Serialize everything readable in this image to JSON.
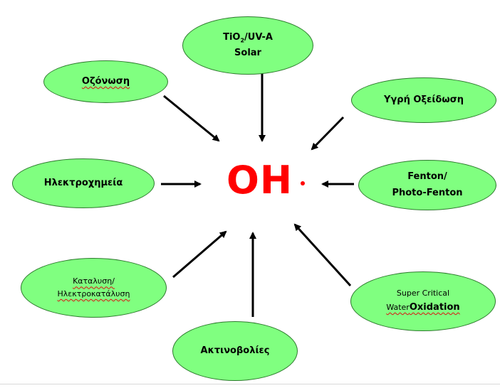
{
  "center": {
    "label": "OH"
  },
  "nodes": {
    "tio2": {
      "line1_prefix": "TiO",
      "line1_sub": "2",
      "line1_suffix": "/UV-A",
      "line2": "Solar"
    },
    "ozonation": {
      "label": "Οζόνωση"
    },
    "wet_oxidation": {
      "label": "Υγρή Οξείδωση"
    },
    "electrochemistry": {
      "label": "Ηλεκτροχημεία"
    },
    "fenton": {
      "line1": "Fenton/",
      "line2": "Photo-Fenton"
    },
    "catalysis": {
      "line1": "Καταλυση/",
      "line2": "Ηλεκτροκατάλυση"
    },
    "supercritical": {
      "line1": "Super Critical",
      "line2_a": "Water",
      "line2_b": "Oxidation"
    },
    "radiation": {
      "label": "Ακτινοβολίες"
    }
  },
  "colors": {
    "node_fill": "#80ff80",
    "center_text": "#ff0000",
    "arrow": "#000000"
  }
}
